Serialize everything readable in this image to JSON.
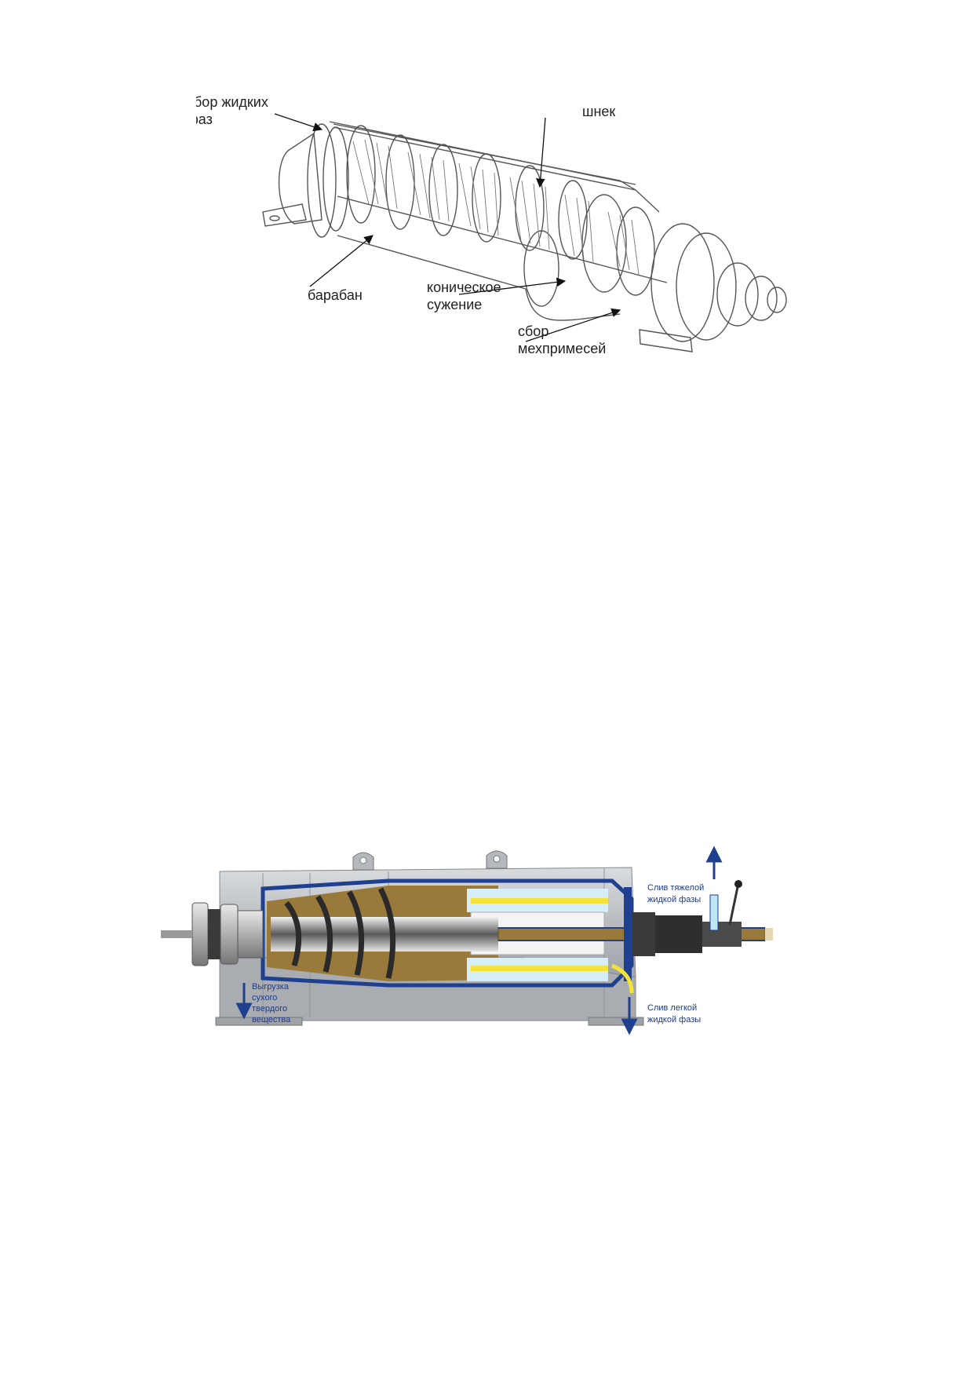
{
  "diagram1": {
    "labels": {
      "liquid_collect_1": "сбор жидких",
      "liquid_collect_2": "фаз",
      "screw": "шнек",
      "drum": "барабан",
      "cone_1": "коническое",
      "cone_2": "сужение",
      "solids_1": "сбор",
      "solids_2": "мехпримесей"
    }
  },
  "diagram2": {
    "labels": {
      "heavy_1": "Слив тяжелой",
      "heavy_2": "жидкой фазы",
      "light_1": "Слив легкой",
      "light_2": "жидкой фазы",
      "solid_1": "Выгрузка",
      "solid_2": "сухого",
      "solid_3": "твердого",
      "solid_4": "вещества"
    },
    "colors": {
      "housing": "#bfc3c8",
      "frame": "#1f3f8f",
      "sludge": "#9a7a3a",
      "light_liquid": "#f2e23a",
      "heavy_liquid": "#bfe6f5",
      "arrow": "#1f3f8f"
    }
  }
}
